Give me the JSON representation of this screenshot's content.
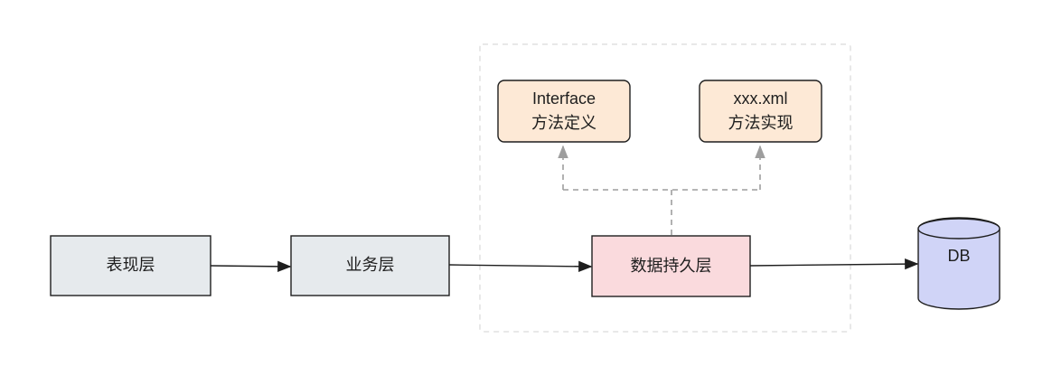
{
  "nodes": {
    "presentation": {
      "label": "表现层"
    },
    "business": {
      "label": "业务层"
    },
    "persistence": {
      "label": "数据持久层"
    },
    "interface": {
      "line1": "Interface",
      "line2": "方法定义"
    },
    "xml": {
      "line1": "xxx.xml",
      "line2": "方法实现"
    },
    "db": {
      "label": "DB"
    }
  },
  "colors": {
    "layer_fill": "#e6eaed",
    "persistence_fill": "#fadadd",
    "mapper_fill": "#fde9d6",
    "db_fill": "#d0d4f7",
    "stroke": "#1e1e1e",
    "dependency": "#9e9e9e",
    "group_frame": "#d9d9d9"
  }
}
